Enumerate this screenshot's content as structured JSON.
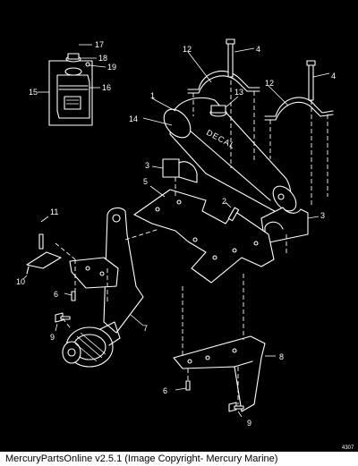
{
  "callouts": {
    "c1": "1",
    "c2": "2",
    "c3a": "3",
    "c3b": "3",
    "c4a": "4",
    "c4b": "4",
    "c5": "5",
    "c6a": "6",
    "c6b": "6",
    "c7": "7",
    "c8": "8",
    "c9a": "9",
    "c9b": "9",
    "c10": "10",
    "c11": "11",
    "c12a": "12",
    "c12b": "12",
    "c13": "13",
    "c14": "14",
    "c15": "15",
    "c16": "16",
    "c17": "17",
    "c18": "18",
    "c19": "19"
  },
  "decal_text": "DECAL",
  "figure_code": "4307",
  "footer": "MercuryPartsOnline v2.5.1 (Image Copyright- Mercury Marine)"
}
